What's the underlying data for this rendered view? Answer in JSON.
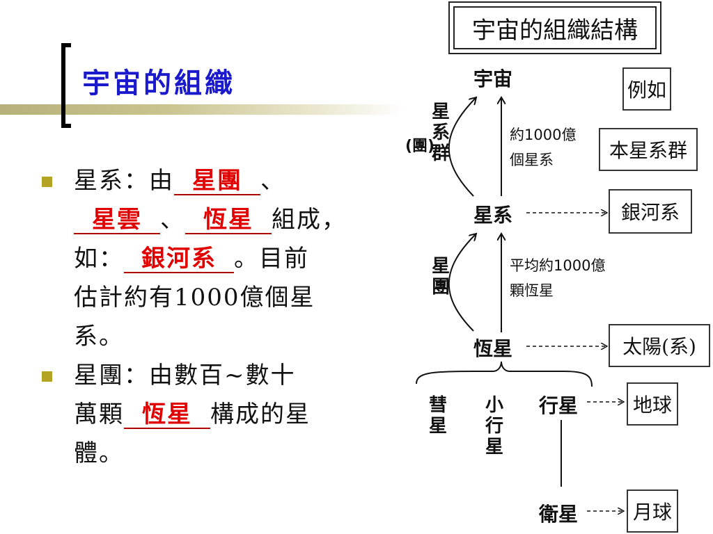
{
  "slide": {
    "title": "宇宙的組織"
  },
  "bullets": [
    {
      "lines": [
        {
          "parts": [
            {
              "t": "星系：由"
            },
            {
              "blank": "星團"
            },
            {
              "t": "、"
            }
          ]
        },
        {
          "parts": [
            {
              "blank": "星雲"
            },
            {
              "t": "、"
            },
            {
              "blank": "恆星"
            },
            {
              "t": "組成，"
            }
          ]
        },
        {
          "parts": [
            {
              "t": "如："
            },
            {
              "blank": "銀河系"
            },
            {
              "t": "。目前"
            }
          ]
        },
        {
          "parts": [
            {
              "t": "估計約有1000億個星"
            }
          ]
        },
        {
          "parts": [
            {
              "t": "系。"
            }
          ]
        }
      ]
    },
    {
      "lines": [
        {
          "parts": [
            {
              "t": "星團：由數百~數十"
            }
          ]
        },
        {
          "parts": [
            {
              "t": "萬顆"
            },
            {
              "blank": "恆星"
            },
            {
              "t": "構成的星"
            }
          ]
        },
        {
          "parts": [
            {
              "t": "體。"
            }
          ]
        }
      ]
    }
  ],
  "diagram": {
    "title": "宇宙的組織結構",
    "nodes": {
      "universe": "宇宙",
      "galaxy": "星系",
      "star": "恆星",
      "comet": "彗星",
      "asteroid": "小行星",
      "planet": "行星",
      "satellite": "衛星"
    },
    "side_labels": {
      "galaxy_group": "星系群",
      "group_paren": "(團)",
      "cluster": "星團"
    },
    "notes": {
      "universe_note_1": "約1000億",
      "universe_note_2": "個星系",
      "galaxy_note_1": "平均約1000億",
      "galaxy_note_2": "顆恆星"
    },
    "examples": {
      "header": "例如",
      "local_group": "本星系群",
      "milky_way": "銀河系",
      "sun": "太陽(系)",
      "earth": "地球",
      "moon": "月球"
    }
  }
}
